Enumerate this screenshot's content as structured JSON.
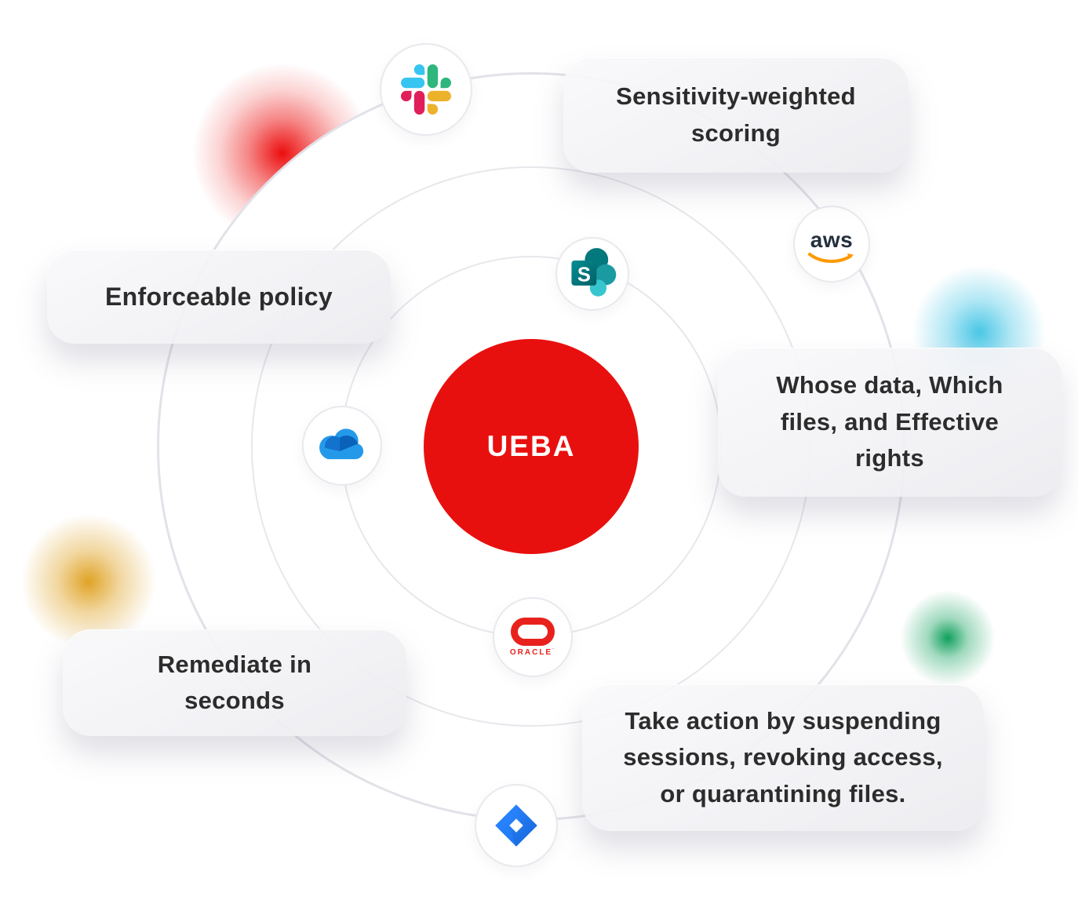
{
  "diagram": {
    "center": {
      "label": "UEBA",
      "color": "#E8100E"
    },
    "callouts": [
      {
        "id": "sensitivity-weighted-scoring",
        "text": "Sensitivity-weighted\nscoring"
      },
      {
        "id": "enforceable-policy",
        "text": "Enforceable policy"
      },
      {
        "id": "whose-data-which-files",
        "text": "Whose data, Which\nfiles, and Effective\nrights"
      },
      {
        "id": "remediate-in-seconds",
        "text": "Remediate in\nseconds"
      },
      {
        "id": "take-action",
        "text": "Take action by suspending\nsessions, revoking access,\nor quarantining files."
      }
    ],
    "integrations": [
      {
        "name": "Slack"
      },
      {
        "name": "AWS",
        "label": "aws"
      },
      {
        "name": "SharePoint",
        "letter": "S"
      },
      {
        "name": "OneDrive"
      },
      {
        "name": "Oracle",
        "label": "ORACLE",
        "mark": "´"
      },
      {
        "name": "Jira"
      }
    ],
    "colors": {
      "core_red": "#E8100E",
      "core_text": "#FFFFFF",
      "orbit_line": "#E4E4EA",
      "callout_background": "#F3F3F6",
      "callout_text": "#2C2C2C",
      "blob_red": "#EC0E0E",
      "blob_cyan": "#40C4E5",
      "blob_yellow": "#DE9E1A",
      "blob_green": "#10A05C",
      "slack_blue": "#36C5F0",
      "slack_green": "#2EB67D",
      "slack_pink": "#E01E5A",
      "slack_yellow": "#ECB22C",
      "aws_navy": "#232F3E",
      "aws_orange": "#FF9900",
      "sharepoint_teal_dark": "#03787D",
      "sharepoint_teal_mid": "#1A9BA1",
      "sharepoint_teal_light": "#37C6D0",
      "onedrive_blue_dark": "#0A62B9",
      "onedrive_blue_mid": "#1272CE",
      "onedrive_blue_light": "#2499EA",
      "oracle_red": "#E8211D",
      "jira_blue": "#2684FF"
    }
  }
}
